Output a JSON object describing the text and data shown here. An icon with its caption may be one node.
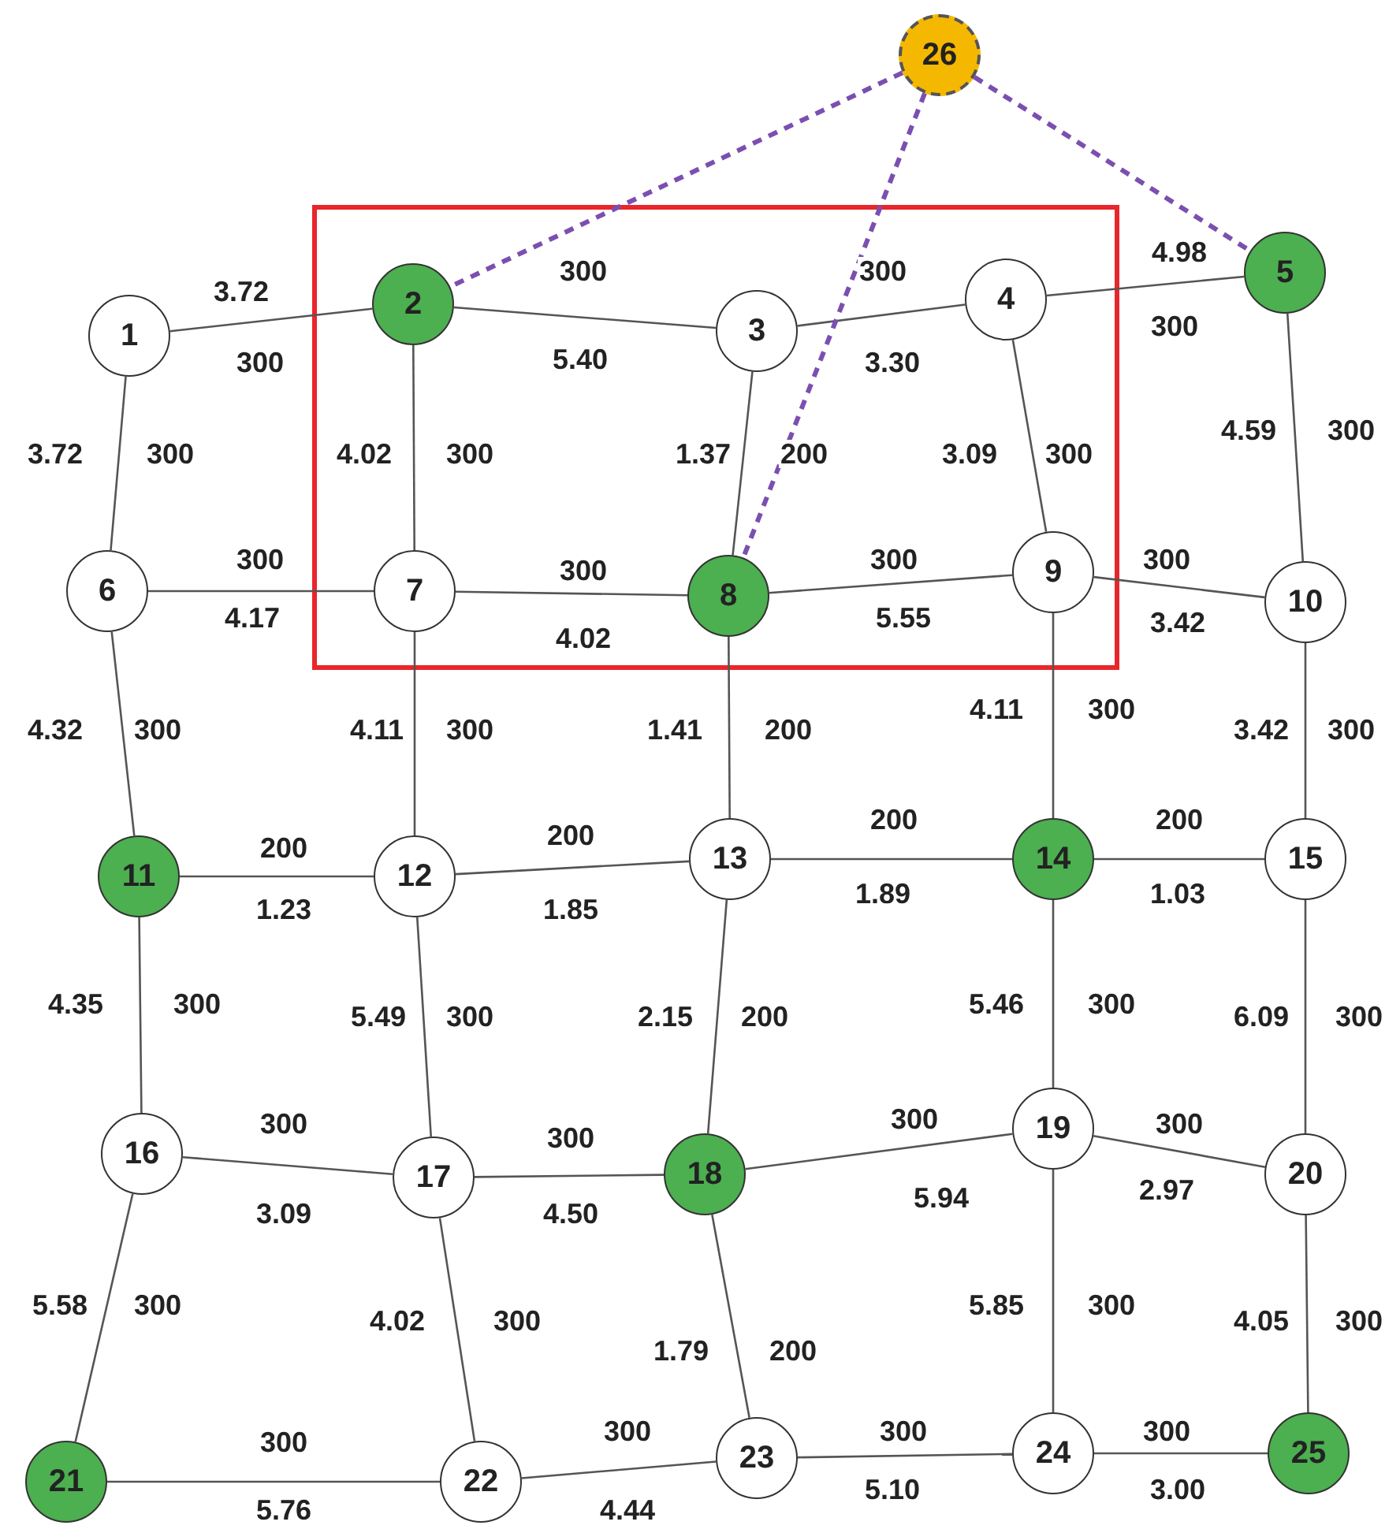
{
  "diagram": {
    "nodes": [
      {
        "text": [
          "1"
        ]
      },
      {
        "text": [
          "2"
        ]
      },
      {
        "text": [
          "3"
        ]
      },
      {
        "text": [
          "4"
        ]
      },
      {
        "text": [
          "5"
        ]
      },
      {
        "text": [
          "6"
        ]
      },
      {
        "text": [
          "7"
        ]
      },
      {
        "text": [
          "8"
        ]
      },
      {
        "text": [
          "9"
        ]
      },
      {
        "text": [
          "10"
        ]
      },
      {
        "text": [
          "11"
        ]
      },
      {
        "text": [
          "12"
        ]
      },
      {
        "text": [
          "13"
        ]
      },
      {
        "text": [
          "14"
        ]
      },
      {
        "text": [
          "15"
        ]
      },
      {
        "text": [
          "16"
        ]
      },
      {
        "text": [
          "17"
        ]
      },
      {
        "text": [
          "18"
        ]
      },
      {
        "text": [
          "19"
        ]
      },
      {
        "text": [
          "20"
        ]
      },
      {
        "text": [
          "21"
        ]
      },
      {
        "text": [
          "22"
        ]
      },
      {
        "text": [
          "23"
        ]
      },
      {
        "text": [
          "24"
        ]
      },
      {
        "text": [
          "25"
        ]
      },
      {
        "text": [
          "26"
        ]
      }
    ],
    "edges": [
      {
        "from": 0,
        "to": 1,
        "arrow": "none",
        "label": "3.72"
      },
      {
        "from": 1,
        "to": 2,
        "arrow": "none",
        "label": "300"
      },
      {
        "from": 2,
        "to": 3,
        "arrow": "none",
        "label": "300"
      },
      {
        "from": 3,
        "to": 4,
        "arrow": "none",
        "label": "4.98"
      },
      {
        "from": 0,
        "to": 5,
        "arrow": "none",
        "label": "3.72"
      },
      {
        "from": 1,
        "to": 6,
        "arrow": "none",
        "label": "4.02"
      },
      {
        "from": 2,
        "to": 7,
        "arrow": "none",
        "label": "1.37"
      },
      {
        "from": 3,
        "to": 8,
        "arrow": "none",
        "label": "3.09"
      },
      {
        "from": 4,
        "to": 9,
        "arrow": "none",
        "label": "4.59"
      },
      {
        "from": 5,
        "to": 6,
        "arrow": "none",
        "label": "300"
      },
      {
        "from": 6,
        "to": 7,
        "arrow": "none",
        "label": "300"
      },
      {
        "from": 7,
        "to": 8,
        "arrow": "none",
        "label": "300"
      },
      {
        "from": 8,
        "to": 9,
        "arrow": "none",
        "label": "300"
      },
      {
        "from": 5,
        "to": 10,
        "arrow": "none",
        "label": "4.32"
      },
      {
        "from": 6,
        "to": 11,
        "arrow": "none",
        "label": "4.11"
      },
      {
        "from": 7,
        "to": 12,
        "arrow": "none",
        "label": "1.41"
      },
      {
        "from": 8,
        "to": 13,
        "arrow": "none",
        "label": "4.11"
      },
      {
        "from": 9,
        "to": 14,
        "arrow": "none",
        "label": "3.42"
      },
      {
        "from": 10,
        "to": 11,
        "arrow": "none",
        "label": "200"
      },
      {
        "from": 11,
        "to": 12,
        "arrow": "none",
        "label": "200"
      },
      {
        "from": 12,
        "to": 13,
        "arrow": "none",
        "label": "200"
      },
      {
        "from": 13,
        "to": 14,
        "arrow": "none",
        "label": "200"
      },
      {
        "from": 10,
        "to": 15,
        "arrow": "none",
        "label": "4.35"
      },
      {
        "from": 11,
        "to": 16,
        "arrow": "none",
        "label": "5.49"
      },
      {
        "from": 12,
        "to": 17,
        "arrow": "none",
        "label": "2.15"
      },
      {
        "from": 13,
        "to": 18,
        "arrow": "none",
        "label": "5.46"
      },
      {
        "from": 14,
        "to": 19,
        "arrow": "none",
        "label": "6.09"
      },
      {
        "from": 15,
        "to": 16,
        "arrow": "none",
        "label": "300"
      },
      {
        "from": 16,
        "to": 17,
        "arrow": "none",
        "label": "300"
      },
      {
        "from": 17,
        "to": 18,
        "arrow": "none",
        "label": "300"
      },
      {
        "from": 18,
        "to": 19,
        "arrow": "none",
        "label": "300"
      },
      {
        "from": 15,
        "to": 20,
        "arrow": "none",
        "label": "5.58"
      },
      {
        "from": 16,
        "to": 21,
        "arrow": "none",
        "label": "4.02"
      },
      {
        "from": 17,
        "to": 22,
        "arrow": "none",
        "label": "1.79"
      },
      {
        "from": 18,
        "to": 23,
        "arrow": "none",
        "label": "5.85"
      },
      {
        "from": 19,
        "to": 24,
        "arrow": "none",
        "label": "4.05"
      },
      {
        "from": 20,
        "to": 21,
        "arrow": "none",
        "label": "300"
      },
      {
        "from": 21,
        "to": 22,
        "arrow": "none",
        "label": "300"
      },
      {
        "from": 22,
        "to": 23,
        "arrow": "none",
        "label": "300"
      },
      {
        "from": 23,
        "to": 24,
        "arrow": "none",
        "label": "300"
      },
      {
        "from": 25,
        "to": 1,
        "arrow": "none",
        "style": "dashed",
        "color": "#7b4fb0"
      },
      {
        "from": 25,
        "to": 7,
        "arrow": "none",
        "style": "dashed",
        "color": "#7b4fb0"
      },
      {
        "from": 25,
        "to": 4,
        "arrow": "none",
        "style": "dashed",
        "color": "#7b4fb0"
      }
    ],
    "labels": [
      "300",
      "5.40",
      "3.30",
      "300",
      "300",
      "300",
      "200",
      "300",
      "300",
      "4.17",
      "4.02",
      "5.55",
      "3.42",
      "300",
      "300",
      "200",
      "300",
      "300",
      "1.23",
      "1.85",
      "1.89",
      "1.03",
      "300",
      "300",
      "200",
      "300",
      "300",
      "3.09",
      "4.50",
      "5.94",
      "2.97",
      "300",
      "300",
      "200",
      "300",
      "300",
      "5.76",
      "4.44",
      "5.10",
      "3.00"
    ]
  }
}
